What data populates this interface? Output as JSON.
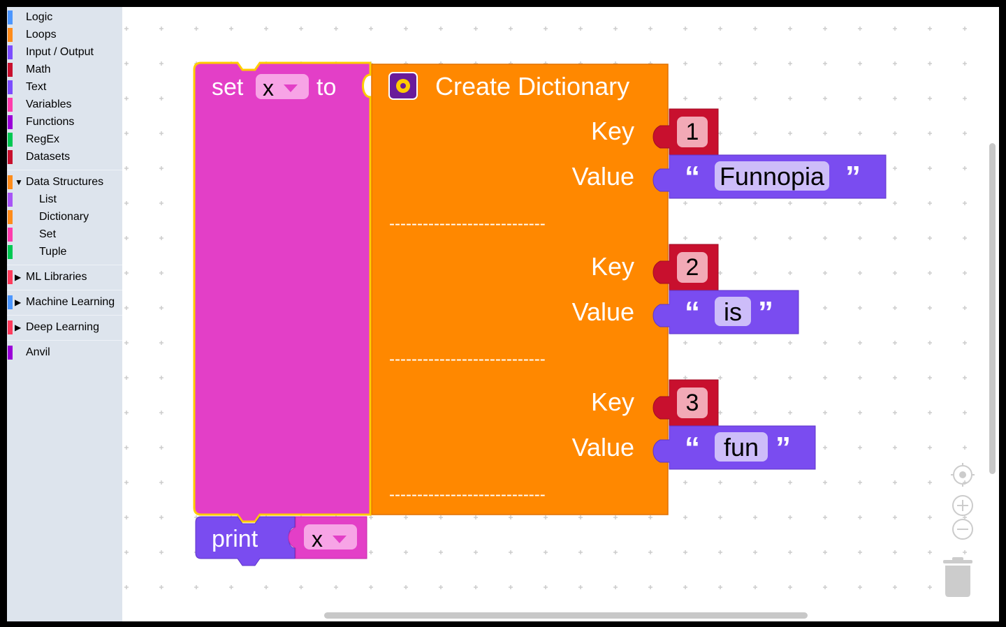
{
  "toolbox": {
    "categories": [
      {
        "label": "Logic",
        "color": "#4c97ff"
      },
      {
        "label": "Loops",
        "color": "#ff8c1a"
      },
      {
        "label": "Input / Output",
        "color": "#7c4dff"
      },
      {
        "label": "Math",
        "color": "#c8102e"
      },
      {
        "label": "Text",
        "color": "#7c4dff"
      },
      {
        "label": "Variables",
        "color": "#ff3cac"
      },
      {
        "label": "Functions",
        "color": "#9b00d9"
      },
      {
        "label": "RegEx",
        "color": "#00c853"
      },
      {
        "label": "Datasets",
        "color": "#c8102e"
      },
      {
        "label": "Data Structures",
        "color": "#ff8c1a",
        "expanded": true
      },
      {
        "label": "List",
        "color": "#a855f7"
      },
      {
        "label": "Dictionary",
        "color": "#ff8c1a"
      },
      {
        "label": "Set",
        "color": "#ff3cac"
      },
      {
        "label": "Tuple",
        "color": "#00c853"
      },
      {
        "label": "ML Libraries",
        "color": "#ff3c5c",
        "expanded": false
      },
      {
        "label": "Machine Learning",
        "color": "#4c97ff",
        "expanded": false
      },
      {
        "label": "Deep Learning",
        "color": "#ff3c5c",
        "expanded": false
      },
      {
        "label": "Anvil",
        "color": "#9b00d9"
      }
    ]
  },
  "blocks": {
    "set": {
      "set_label": "set",
      "var": "x",
      "to_label": "to",
      "color": "#e33fc7",
      "border": "#ffcc00"
    },
    "dict": {
      "title": "Create Dictionary",
      "color": "#ff8800",
      "gear_icon": "gear-icon",
      "key_label": "Key",
      "value_label": "Value",
      "separator": "----------------------------",
      "entries": [
        {
          "key": "1",
          "value": "Funnopia"
        },
        {
          "key": "2",
          "value": "is"
        },
        {
          "key": "3",
          "value": "fun"
        }
      ]
    },
    "print": {
      "label": "print",
      "var": "x",
      "color": "#7a4cf0"
    },
    "open_quote": "“",
    "close_quote": "”",
    "number_color": "#c8102e",
    "text_color": "#7a4cf0"
  },
  "controls": {
    "recenter_icon": "target-icon",
    "zoom_in_icon": "zoom-in-icon",
    "zoom_out_icon": "zoom-out-icon",
    "trash_icon": "trash-icon"
  }
}
